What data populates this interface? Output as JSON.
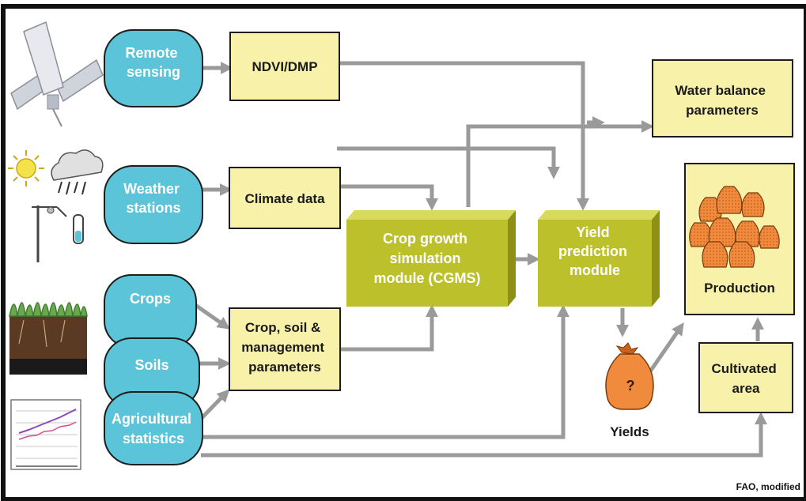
{
  "sources": {
    "remote_sensing": [
      "Remote",
      "sensing"
    ],
    "weather_stations": [
      "Weather",
      "stations"
    ],
    "crops": [
      "Crops"
    ],
    "soils": [
      "Soils"
    ],
    "agricultural_statistics": [
      "Agricultural",
      "statistics"
    ]
  },
  "data_boxes": {
    "ndvi": [
      "NDVI/DMP"
    ],
    "climate": [
      "Climate data"
    ],
    "crop_soil": [
      "Crop, soil &",
      "management",
      "parameters"
    ]
  },
  "modules": {
    "cgms": [
      "Crop growth",
      "simulation",
      "module (CGMS)"
    ],
    "yield_prediction": [
      "Yield",
      "prediction",
      "module"
    ]
  },
  "outputs": {
    "water_balance": [
      "Water balance",
      "parameters"
    ],
    "production": [
      "Production"
    ],
    "cultivated_area": [
      "Cultivated",
      "area"
    ],
    "yields": [
      "Yields"
    ],
    "yields_bag_mark": "?"
  },
  "credit": "FAO, modified",
  "colors": {
    "source_fill": "#5bc4d8",
    "data_fill": "#f7f1a9",
    "module_fill": "#bcc02a",
    "bag_fill": "#f08a3c",
    "arrow": "#9a9a9a",
    "frame": "#111111"
  },
  "icons": [
    "satellite-icon",
    "sun-icon",
    "rain-cloud-icon",
    "weather-station-icon",
    "rain-gauge-icon",
    "soil-crop-icon",
    "statistics-chart-icon",
    "grain-sacks-icon",
    "grain-sack-icon"
  ]
}
